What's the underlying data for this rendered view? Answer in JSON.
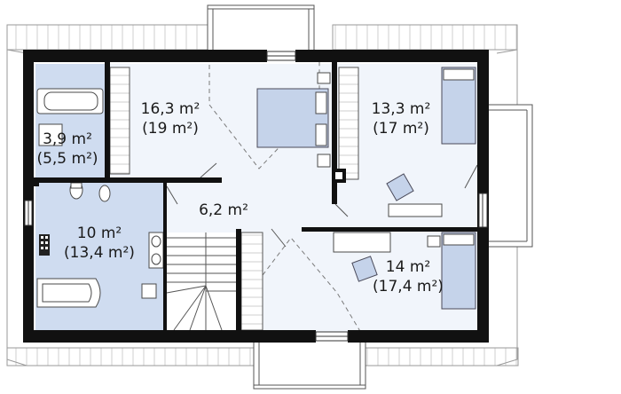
{
  "rooms": [
    {
      "area": "16,3 m²",
      "alt_area": "(19 m²)"
    },
    {
      "area": "13,3 m²",
      "alt_area": "(17 m²)"
    },
    {
      "area": "3,9 m²",
      "alt_area": "(5,5 m²)"
    },
    {
      "area": "6,2 m²"
    },
    {
      "area": "10 m²",
      "alt_area": "(13,4 m²)"
    },
    {
      "area": "14 m²",
      "alt_area": "(17,4 m²)"
    }
  ],
  "colors": {
    "wall": "#111111",
    "floor_bedroom": "#f1f5fb",
    "floor_wet": "#cfdcf0",
    "furniture": "#c5d3ea",
    "roof_outline": "#9a9a9a"
  }
}
